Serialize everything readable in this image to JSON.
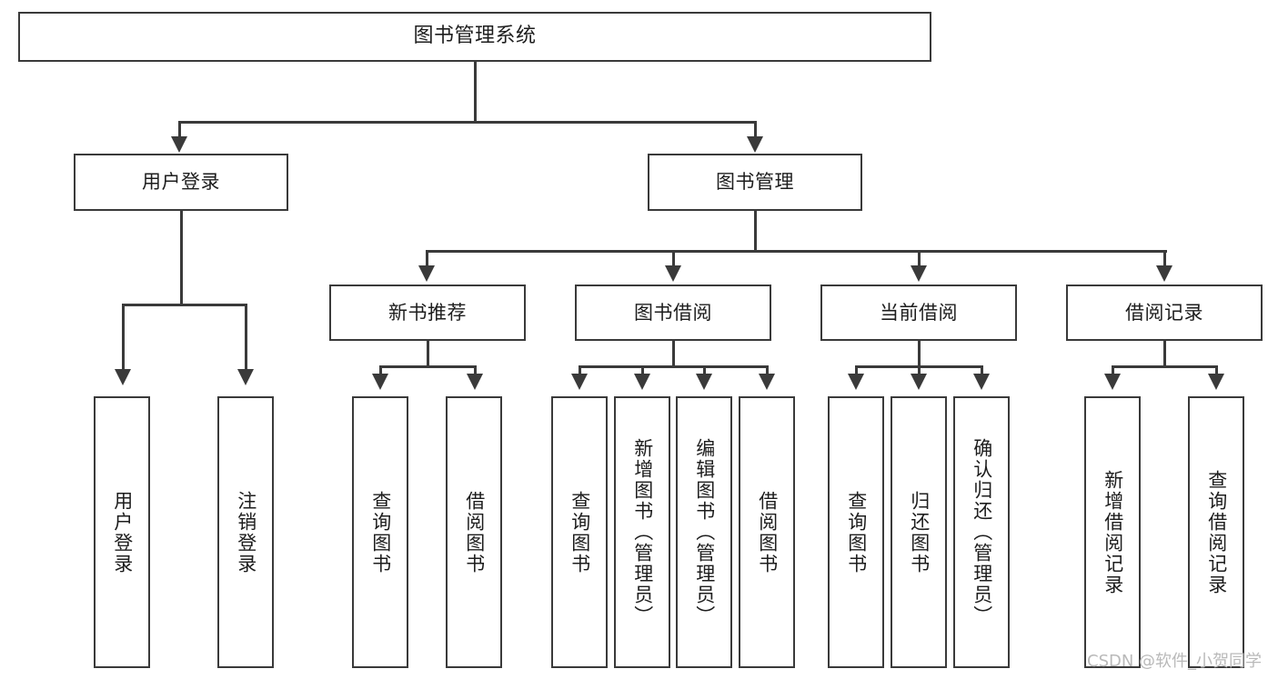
{
  "diagram": {
    "type": "tree-hierarchy",
    "title": "图书管理系统",
    "levels": 4,
    "root": {
      "id": "root",
      "label": "图书管理系统"
    },
    "level2": [
      {
        "id": "user-login",
        "label": "用户登录"
      },
      {
        "id": "book-manage",
        "label": "图书管理"
      }
    ],
    "level3": [
      {
        "id": "new-book-recommend",
        "label": "新书推荐",
        "parent": "book-manage"
      },
      {
        "id": "book-borrow",
        "label": "图书借阅",
        "parent": "book-manage"
      },
      {
        "id": "current-borrow",
        "label": "当前借阅",
        "parent": "book-manage"
      },
      {
        "id": "borrow-record",
        "label": "借阅记录",
        "parent": "book-manage"
      }
    ],
    "leaves": [
      {
        "id": "leaf-user-login",
        "label": "用户登录",
        "parent": "user-login"
      },
      {
        "id": "leaf-logout",
        "label": "注销登录",
        "parent": "user-login"
      },
      {
        "id": "leaf-query-book-1",
        "label": "查询图书",
        "parent": "new-book-recommend"
      },
      {
        "id": "leaf-borrow-book-1",
        "label": "借阅图书",
        "parent": "new-book-recommend"
      },
      {
        "id": "leaf-query-book-2",
        "label": "查询图书",
        "parent": "book-borrow"
      },
      {
        "id": "leaf-add-book",
        "label": "新增图书（管理员）",
        "parent": "book-borrow"
      },
      {
        "id": "leaf-edit-book",
        "label": "编辑图书（管理员）",
        "parent": "book-borrow"
      },
      {
        "id": "leaf-borrow-book-2",
        "label": "借阅图书",
        "parent": "book-borrow"
      },
      {
        "id": "leaf-query-book-3",
        "label": "查询图书",
        "parent": "current-borrow"
      },
      {
        "id": "leaf-return-book",
        "label": "归还图书",
        "parent": "current-borrow"
      },
      {
        "id": "leaf-confirm-return",
        "label": "确认归还（管理员）",
        "parent": "current-borrow"
      },
      {
        "id": "leaf-add-record",
        "label": "新增借阅记录",
        "parent": "borrow-record"
      },
      {
        "id": "leaf-query-record",
        "label": "查询借阅记录",
        "parent": "borrow-record"
      }
    ],
    "colors": {
      "stroke": "#3a3a3a",
      "fill": "#ffffff",
      "text": "#1d1d1d",
      "watermark": "#b9b9b9"
    }
  },
  "watermark": {
    "text": "CSDN @软件_小贺同学"
  }
}
